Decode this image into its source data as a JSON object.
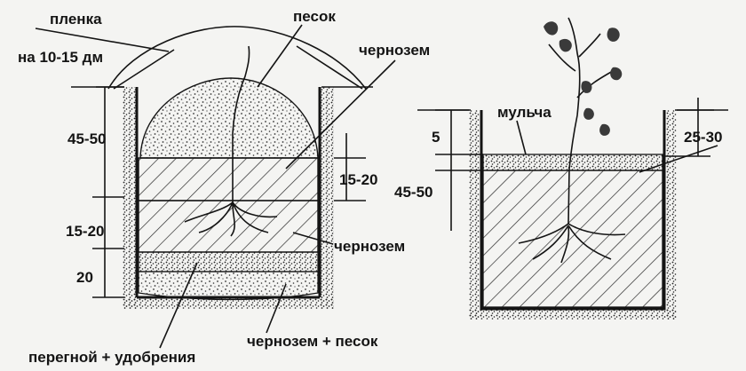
{
  "left_diagram": {
    "labels": {
      "film": "пленка",
      "film_height": "на 10-15 дм",
      "sand": "песок",
      "chernozem_top": "чернозем",
      "chernozem_mid": "чернозем",
      "chernozem_sand": "чернозем + песок",
      "humus_fertilizer": "перегной + удобрения"
    },
    "dimensions": {
      "depth_total": "45-50",
      "layer_right": "15-20",
      "layer_left": "15-20",
      "bottom_layer": "20"
    }
  },
  "right_diagram": {
    "labels": {
      "mulch": "мульча"
    },
    "dimensions": {
      "mulch_depth": "5",
      "depth_total": "45-50",
      "right_depth": "25-30"
    }
  },
  "colors": {
    "ink": "#141414",
    "paper": "#f4f4f2"
  }
}
